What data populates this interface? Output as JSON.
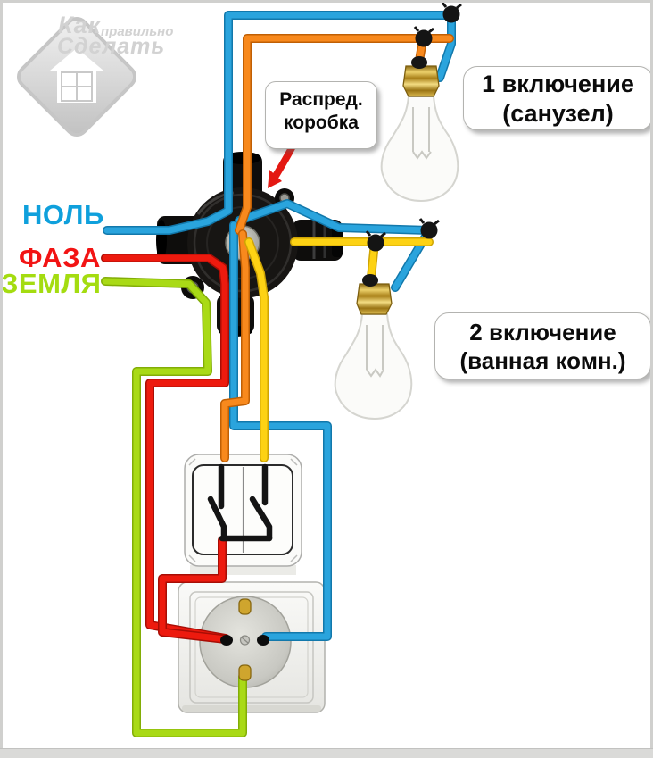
{
  "meta": {
    "type": "electrical-wiring-diagram",
    "language": "ru"
  },
  "watermark": {
    "word1": "Как",
    "word2": "правильно",
    "word3": "Сделать"
  },
  "wire_labels": {
    "neutral": "НОЛЬ",
    "phase": "ФАЗА",
    "ground": "ЗЕМЛЯ"
  },
  "callouts": {
    "junction_box": {
      "line1": "Распред.",
      "line2": "коробка"
    },
    "light1": {
      "line1": "1 включение",
      "line2": "(санузел)"
    },
    "light2": {
      "line1": "2 включение",
      "line2": "(ванная комн.)"
    }
  },
  "colors": {
    "neutral_wire": "#2aa4dd",
    "phase_wire": "#ed1a0e",
    "ground_wire": "#a9da16",
    "switched_wire_light1": "#f8891d",
    "switched_wire_light2": "#fdd214",
    "neutral_label": "#0fa0dc",
    "phase_label": "#f21414",
    "ground_label": "#a4dc10",
    "pointer_arrow": "#e41812"
  },
  "icons": [
    "house-logo-icon",
    "junction-box-icon",
    "light-bulb-icon",
    "two-gang-switch-icon",
    "power-socket-icon",
    "wire-connector-dot-icon",
    "pointer-arrow-icon"
  ]
}
